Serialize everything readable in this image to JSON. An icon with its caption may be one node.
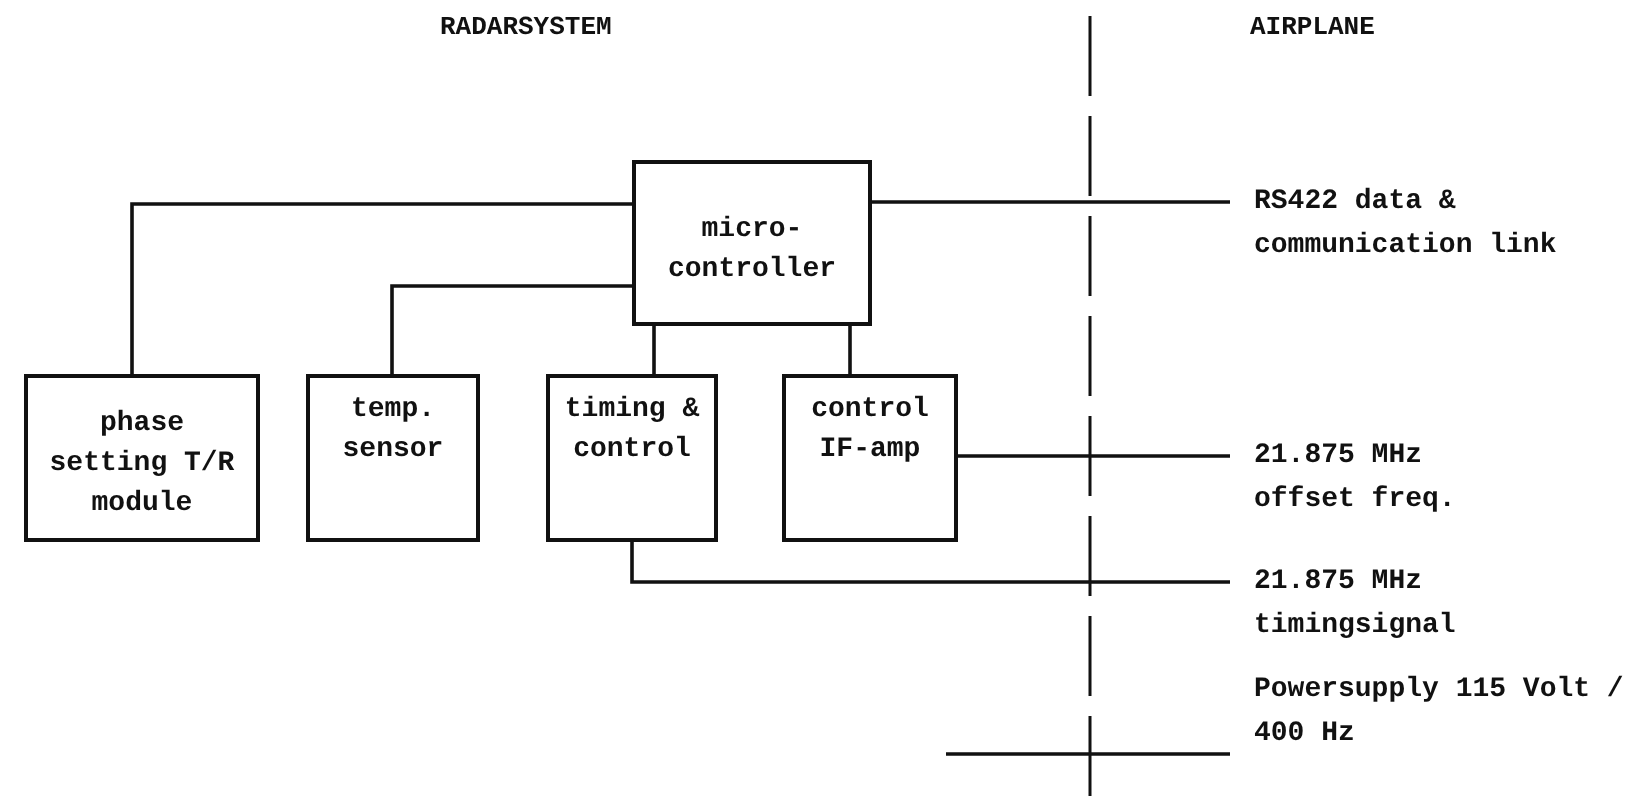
{
  "diagram": {
    "nodes": [
      {
        "text": [
          "micro- controller"
        ]
      },
      {
        "text": [
          "phase setting T/R module"
        ]
      },
      {
        "text": [
          "temp. sensor"
        ]
      },
      {
        "text": [
          "timing & control"
        ]
      },
      {
        "text": [
          "control IF-amp"
        ]
      },
      {
        "text": [
          "RS422 data & communication link"
        ]
      },
      {
        "text": [
          "21.875 MHz offset freq."
        ]
      },
      {
        "text": [
          "21.875 MHz timingsignal"
        ]
      },
      {
        "text": [
          "Powersupply 115 Volt / 400 Hz"
        ]
      }
    ],
    "edges": [
      {
        "from": 0,
        "to": 1,
        "arrow": "none"
      },
      {
        "from": 0,
        "to": 2,
        "arrow": "none"
      },
      {
        "from": 0,
        "to": 3,
        "arrow": "none"
      },
      {
        "from": 0,
        "to": 4,
        "arrow": "none"
      },
      {
        "from": 0,
        "to": 5,
        "arrow": "none"
      },
      {
        "from": 4,
        "to": 6,
        "arrow": "none"
      },
      {
        "from": 3,
        "to": 7,
        "arrow": "none"
      },
      {
        "from": null,
        "to": 8,
        "arrow": "none"
      }
    ],
    "labels": [
      "RADARSYSTEM",
      "AIRPLANE"
    ]
  }
}
